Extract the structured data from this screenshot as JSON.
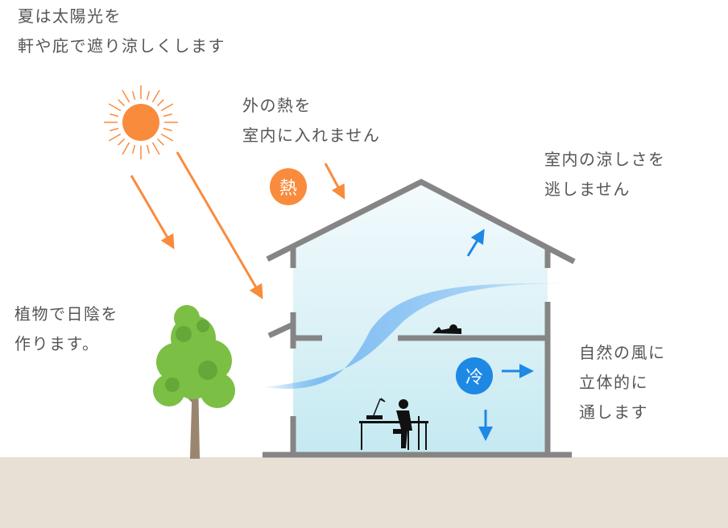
{
  "captions": {
    "sun": [
      "夏は太陽光を",
      "軒や庇で遮り涼しくします"
    ],
    "heat": [
      "外の熱を",
      "室内に入れません"
    ],
    "cool": [
      "室内の涼しさを",
      "逃しません"
    ],
    "tree": [
      "植物で日陰を",
      "作ります。"
    ],
    "wind": [
      "自然の風に",
      "立体的に",
      "通します"
    ]
  },
  "badges": {
    "heat": "熱",
    "cold": "冷"
  },
  "colors": {
    "sun": "#f98b3d",
    "cool": "#1e88e5",
    "wall": "#858585",
    "ground": "#e8e0d4",
    "tree": "#7cbf45"
  }
}
